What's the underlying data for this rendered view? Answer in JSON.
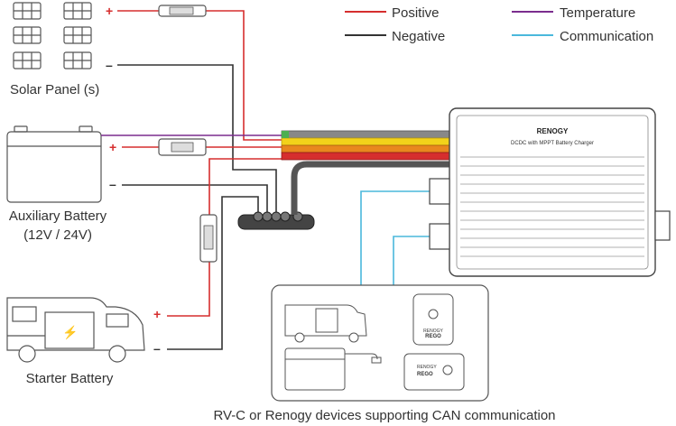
{
  "legend": {
    "positive": "Positive",
    "negative": "Negative",
    "temperature": "Temperature",
    "communication": "Communication"
  },
  "components": {
    "solar_panel": "Solar Panel (s)",
    "aux_battery_line1": "Auxiliary Battery",
    "aux_battery_line2": "(12V / 24V)",
    "starter_battery": "Starter Battery",
    "charger_brand": "RENOGY",
    "charger_model": "DCDC with MPPT Battery Charger",
    "device_brand": "RENOGY",
    "device_name": "REGO"
  },
  "footer": {
    "caption": "RV-C or Renogy devices supporting CAN communication"
  },
  "signs": {
    "plus": "+",
    "minus": "–"
  },
  "colors": {
    "positive": "#d62e2e",
    "negative": "#333333",
    "temperature": "#7b2d8e",
    "communication": "#4ab8dc",
    "yellow": "#f2d21a",
    "orange": "#e8871e",
    "green": "#4caf50",
    "cable_gray": "#555555"
  }
}
